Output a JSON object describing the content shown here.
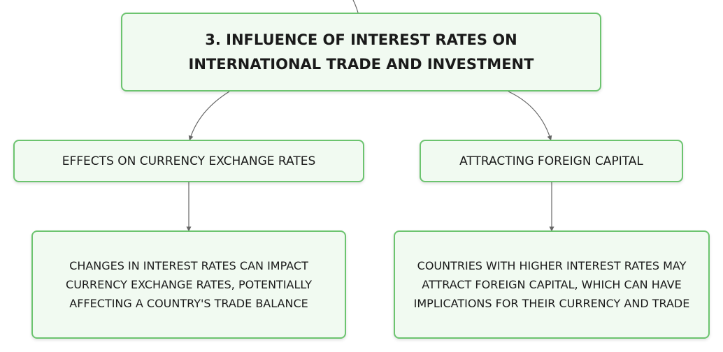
{
  "diagram": {
    "root": {
      "label": "3. INFLUENCE OF INTEREST RATES ON INTERNATIONAL TRADE AND INVESTMENT"
    },
    "branches": [
      {
        "label": "EFFECTS ON CURRENCY EXCHANGE RATES",
        "detail": "CHANGES IN INTEREST RATES CAN IMPACT CURRENCY EXCHANGE RATES, POTENTIALLY AFFECTING A COUNTRY'S TRADE BALANCE"
      },
      {
        "label": "ATTRACTING FOREIGN CAPITAL",
        "detail": "COUNTRIES WITH HIGHER INTEREST RATES MAY ATTRACT FOREIGN CAPITAL, WHICH CAN HAVE IMPLICATIONS FOR THEIR CURRENCY AND TRADE"
      }
    ],
    "colors": {
      "node_border": "#6cc46f",
      "node_fill": "#f1faf1",
      "connector": "#666666",
      "text": "#1a1a1a"
    }
  }
}
